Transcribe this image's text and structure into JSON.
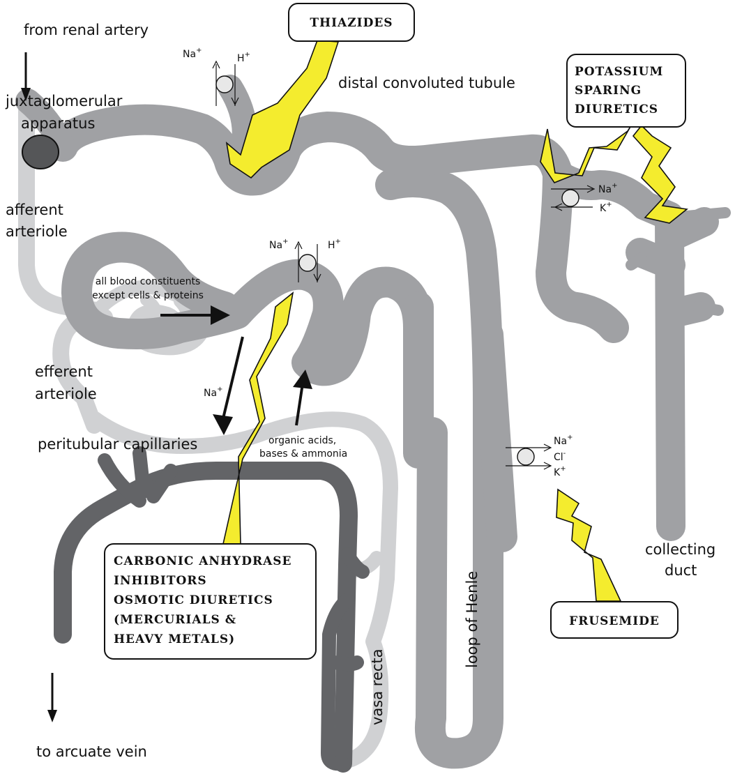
{
  "labels": {
    "from_renal_artery": "from renal artery",
    "juxtaglomerular_line1": "juxtaglomerular",
    "juxtaglomerular_line2": "apparatus",
    "afferent_line1": "afferent",
    "afferent_line2": "arteriole",
    "efferent_line1": "efferent",
    "efferent_line2": "arteriole",
    "peritubular": "peritubular capillaries",
    "to_arcuate_vein": "to arcuate vein",
    "distal_tubule": "distal convoluted tubule",
    "collecting_line1": "collecting",
    "collecting_line2": "duct",
    "loop_of_henle": "loop of Henle",
    "vasa_recta": "vasa recta",
    "filtrate_line1": "all blood constituents",
    "filtrate_line2": "except cells & proteins",
    "organic_line1": "organic acids,",
    "organic_line2": "bases & ammonia",
    "na_reabsorb": "Na"
  },
  "ions": {
    "na": "Na",
    "h": "H",
    "k": "K",
    "cl": "Cl",
    "plus": "+",
    "minus": "-"
  },
  "drugs": {
    "thiazides": "THIAZIDES",
    "potassium_line1": "POTASSIUM",
    "potassium_line2": "SPARING",
    "potassium_line3": "DIURETICS",
    "carbonic_line1": "CARBONIC ANHYDRASE",
    "carbonic_line2": "INHIBITORS",
    "carbonic_line3": "OSMOTIC DIURETICS",
    "carbonic_line4": "(MERCURIALS &",
    "carbonic_line5": "HEAVY METALS)",
    "frusemide": "FRUSEMIDE"
  },
  "colors": {
    "nephron": "#a0a1a4",
    "arteriole": "#d0d1d3",
    "vein": "#636467",
    "juxtaglomerular": "#555658",
    "drug_bolt": "#f4ec2e"
  }
}
